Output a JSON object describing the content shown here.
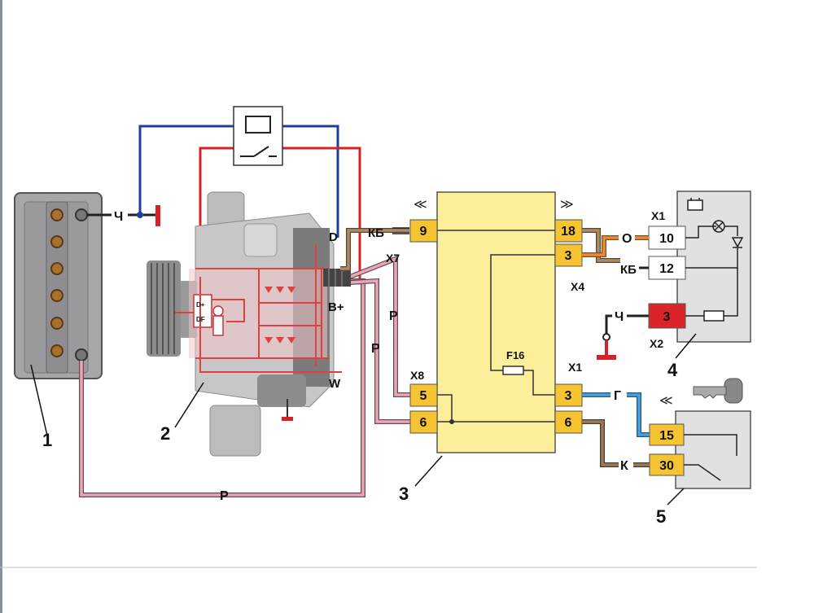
{
  "components": {
    "battery": {
      "number": "1"
    },
    "alternator": {
      "number": "2",
      "terminals": {
        "d": "D",
        "bplus": "B+",
        "w": "W"
      },
      "regulator_labels": [
        "D+",
        "DF"
      ]
    },
    "mounting_block": {
      "number": "3",
      "fuse": "F16"
    },
    "instrument_cluster": {
      "number": "4"
    },
    "ignition_switch": {
      "number": "5"
    }
  },
  "connectors": {
    "x7": {
      "name": "X7",
      "pin": "9"
    },
    "x8": {
      "name": "X8",
      "pins": [
        "5",
        "6"
      ]
    },
    "x4": {
      "name": "X4",
      "pins": [
        "18",
        "3"
      ]
    },
    "x1_block": {
      "name": "X1",
      "pins": [
        "3",
        "6"
      ]
    },
    "x1_cluster": {
      "name": "X1",
      "pins": [
        "10",
        "12"
      ]
    },
    "x2": {
      "name": "X2",
      "pin": "3"
    },
    "switch_pins": [
      "15",
      "30"
    ]
  },
  "wire_labels": {
    "battery_neg": "Ч",
    "kb_x7": "КБ",
    "p_1": "Р",
    "p_2": "Р",
    "p_bottom": "Р",
    "o": "О",
    "kb_x1": "КБ",
    "ch_x2": "Ч",
    "g": "Г",
    "k": "К"
  },
  "colors": {
    "block": "#fbef9c",
    "connector": "#f5c430",
    "connector_red": "#d9252a",
    "red_wire": "#d42326",
    "blue_wire": "#1e3f9a",
    "pink_wire": "#e9a7b6",
    "brown_wire": "#9a7b5c",
    "orange_wire": "#e38c3d",
    "cyan_wire": "#4d9fd6"
  }
}
